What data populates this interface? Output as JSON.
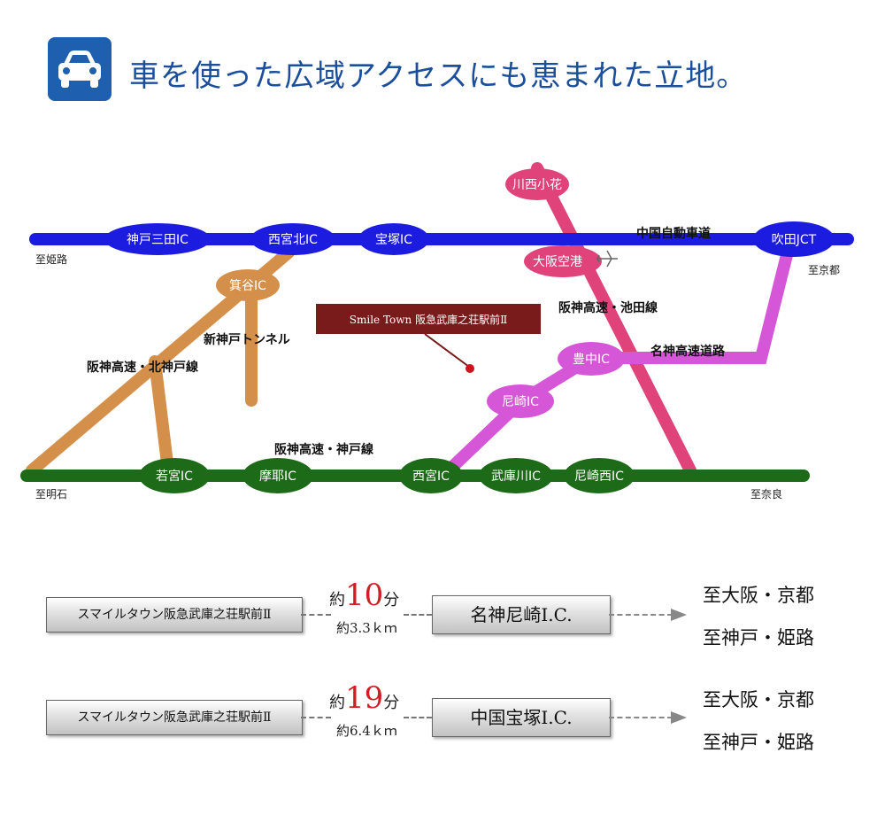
{
  "header": {
    "title": "車を使った広域アクセスにも恵まれた立地。",
    "icon": "car-icon",
    "accent_color": "#1f5fb0"
  },
  "map": {
    "road_colors": {
      "chugoku": "#1c1ce0",
      "hanshin_kobe": "#1d6b18",
      "hanshin_kitakobe": "#d4904a",
      "meishin": "#d557d8",
      "ikeda": "#e0437a"
    },
    "interchanges": {
      "kobe_sanda": "神戸三田IC",
      "nishinomiya_kita": "西宮北IC",
      "takarazuka": "宝塚IC",
      "suita_jct": "吹田JCT",
      "minoya": "箕谷IC",
      "kawanishi_obana": "川西小花",
      "osaka_airport": "大阪空港",
      "toyonaka": "豊中IC",
      "amagasaki": "尼崎IC",
      "wakamiya": "若宮IC",
      "maya": "摩耶IC",
      "nishinomiya": "西宮IC",
      "mukogawa": "武庫川IC",
      "amagasaki_nishi": "尼崎西IC"
    },
    "road_labels": {
      "chugoku": "中国自動車道",
      "ikeda": "阪神高速・池田線",
      "meishin": "名神高速道路",
      "shinkobe_tunnel": "新神戸トンネル",
      "kitakobe": "阪神高速・北神戸線",
      "kobe": "阪神高速・神戸線"
    },
    "directions": {
      "himeji": "至姫路",
      "kyoto": "至京都",
      "akashi": "至明石",
      "nara": "至奈良"
    },
    "property_label": "Smile Town 阪急武庫之荘駅前Ⅱ",
    "property_marker_color": "#d0121b",
    "property_label_bg": "#7a1b1b"
  },
  "routes": [
    {
      "origin": "スマイルタウン阪急武庫之荘駅前Ⅱ",
      "time_prefix": "約",
      "time_value": "10",
      "time_unit": "分",
      "distance": "約3.3ｋｍ",
      "destination": "名神尼崎I.C.",
      "to_1": "至大阪・京都",
      "to_2": "至神戸・姫路"
    },
    {
      "origin": "スマイルタウン阪急武庫之荘駅前Ⅱ",
      "time_prefix": "約",
      "time_value": "19",
      "time_unit": "分",
      "distance": "約6.4ｋｍ",
      "destination": "中国宝塚I.C.",
      "to_1": "至大阪・京都",
      "to_2": "至神戸・姫路"
    }
  ]
}
